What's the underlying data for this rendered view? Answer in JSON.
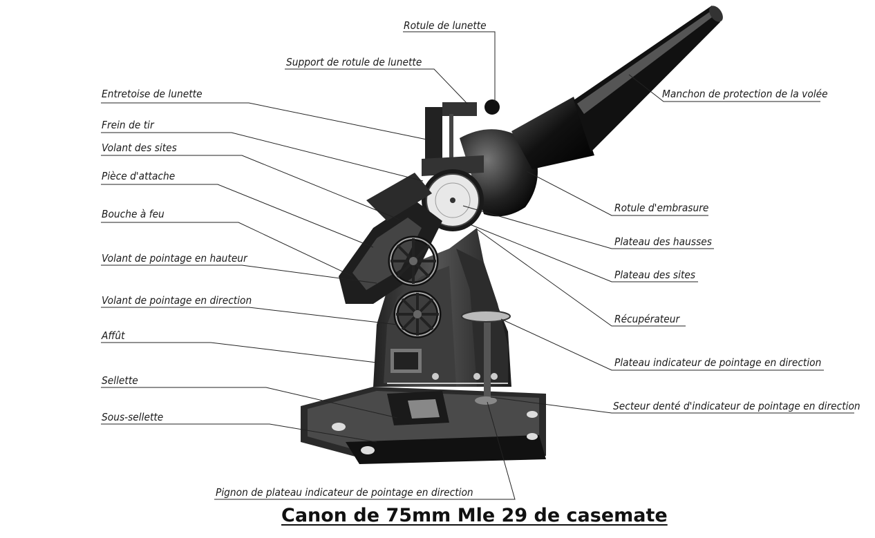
{
  "title": "Canon de 75mm Mle 29 de casemate",
  "labels": {
    "rotule_lunette": "Rotule de lunette",
    "support_rotule": "Support de rotule de lunette",
    "entretoise": "Entretoise de lunette",
    "frein_tir": "Frein de tir",
    "volant_sites": "Volant des sites",
    "piece_attache": "Pièce d'attache",
    "bouche_feu": "Bouche à feu",
    "volant_hauteur": "Volant de pointage en hauteur",
    "volant_direction": "Volant de pointage en direction",
    "affut": "Affût",
    "sellette": "Sellette",
    "sous_sellette": "Sous-sellette",
    "pignon": "Pignon de plateau indicateur de pointage en direction",
    "manchon": "Manchon de protection de la volée",
    "rotule_embrasure": "Rotule d'embrasure",
    "plateau_hausses": "Plateau des hausses",
    "plateau_sites": "Plateau des sites",
    "recuperateur": "Récupérateur",
    "plateau_indicateur": "Plateau indicateur de pointage en direction",
    "secteur_dente": "Secteur denté d'indicateur de pointage en direction"
  }
}
